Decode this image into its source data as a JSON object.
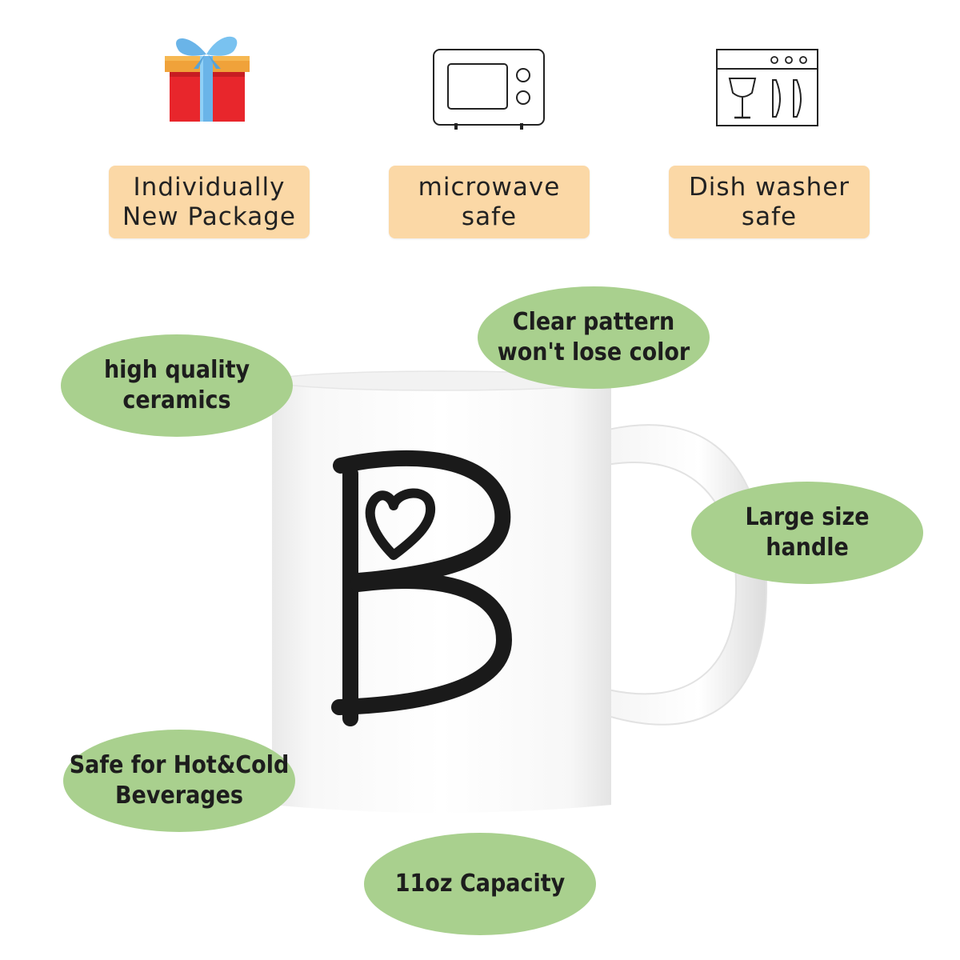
{
  "features": [
    {
      "icon": "gift-box-icon",
      "lines": [
        "Individually",
        "New Package"
      ]
    },
    {
      "icon": "microwave-icon",
      "lines": [
        "microwave",
        "safe"
      ]
    },
    {
      "icon": "dishwasher-icon",
      "lines": [
        "Dish washer",
        "safe"
      ]
    }
  ],
  "callouts": {
    "ceramics": [
      "high quality",
      "ceramics"
    ],
    "pattern": [
      "Clear pattern",
      "won't lose color"
    ],
    "handle": [
      "Large size",
      "handle"
    ],
    "beverages": [
      "Safe for Hot&Cold",
      "Beverages"
    ],
    "capacity": [
      "11oz Capacity"
    ]
  },
  "mug": {
    "letter": "B",
    "decoration": "heart-icon"
  },
  "colors": {
    "tag_bg": "#fbd8a6",
    "bubble_bg": "#a9d08e",
    "ink": "#1a1a1a",
    "gift_red": "#e8262c",
    "ribbon_blue": "#6ab4e8"
  }
}
